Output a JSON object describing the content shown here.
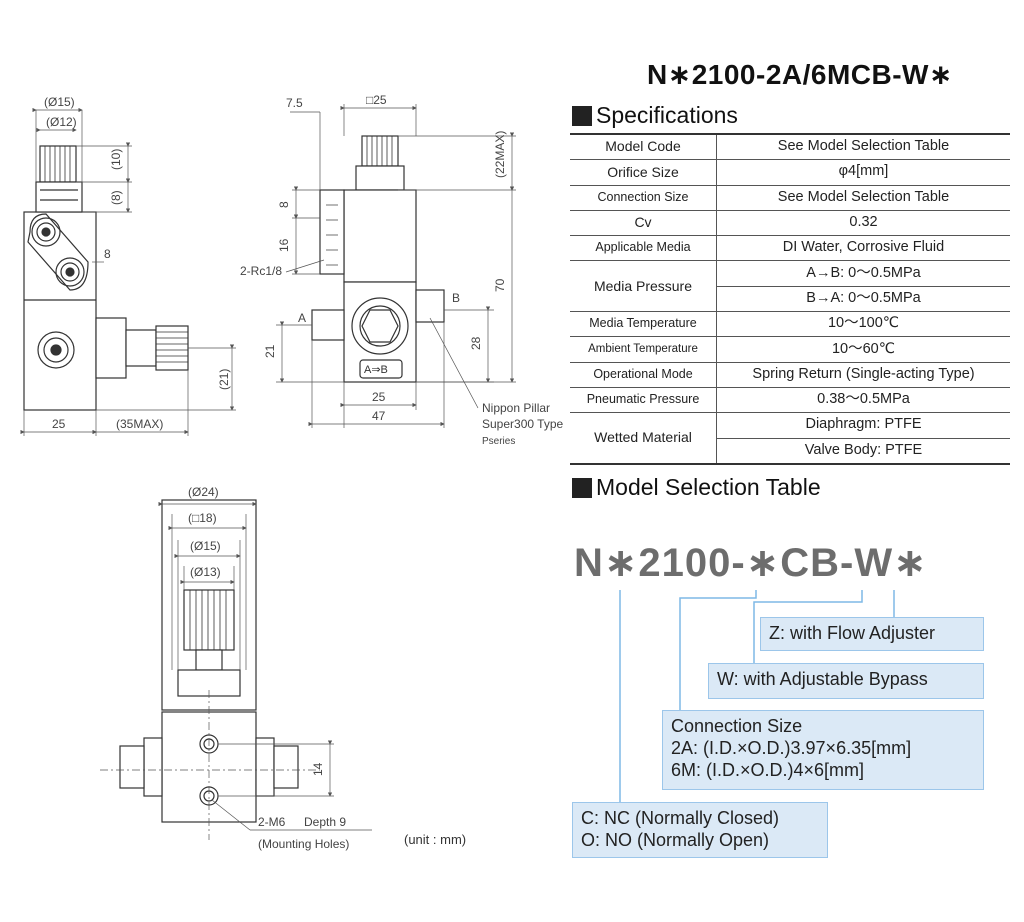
{
  "product_title": "N∗2100-2A/6MCB-W∗",
  "spec_heading": "Specifications",
  "specs": [
    {
      "label": "Model Code",
      "value": "See Model Selection Table"
    },
    {
      "label": "Orifice Size",
      "value": "φ4[mm]"
    },
    {
      "label": "Connection Size",
      "value": "See Model Selection Table"
    },
    {
      "label": "Cv",
      "value": "0.32"
    },
    {
      "label": "Applicable Media",
      "value": "DI Water, Corrosive Fluid"
    },
    {
      "label": "Media Pressure",
      "value": "A→B: 0～0.5MPa",
      "value2": "B→A: 0～0.5MPa"
    },
    {
      "label": "Media Temperature",
      "value": "10～100℃"
    },
    {
      "label": "Ambient Temperature",
      "value": "10～60℃"
    },
    {
      "label": "Operational Mode",
      "value": "Spring Return (Single-acting Type)"
    },
    {
      "label": "Pneumatic Pressure",
      "value": "0.38～0.5MPa"
    },
    {
      "label": "Wetted Material",
      "value": "Diaphragm: PTFE",
      "value2": "Valve Body: PTFE"
    }
  ],
  "model_heading": "Model Selection Table",
  "model_code": "N∗2100-∗CB-W∗",
  "options": {
    "z": "Z: with Flow Adjuster",
    "w": "W: with Adjustable Bypass",
    "conn_title": "Connection Size",
    "conn_2a": "2A: (I.D.×O.D.)3.97×6.35[mm]",
    "conn_6m": "6M: (I.D.×O.D.)4×6[mm]",
    "c": "C: NC (Normally Closed)",
    "o": "O: NO (Normally Open)"
  },
  "drawing": {
    "d15": "(Ø15)",
    "d12": "(Ø12)",
    "d10": "(10)",
    "d8p": "(8)",
    "d8": "8",
    "d25": "25",
    "d35max": "(35MAX)",
    "d21p": "(21)",
    "d7_5": "7.5",
    "sq25": "□25",
    "d22max": "(22MAX)",
    "d16": "16",
    "rc": "2-Rc1/8",
    "d70": "70",
    "port_a": "A",
    "port_b": "B",
    "d21": "21",
    "d28": "28",
    "d47": "47",
    "flow_label": "A⇒B",
    "pillar_line1": "Nippon Pillar",
    "pillar_line2": "Super300 Type",
    "pillar_line3": "Pseries",
    "d24": "(Ø24)",
    "sq18": "(□18)",
    "d13": "(Ø13)",
    "d14": "14",
    "m6": "2-M6",
    "depth": "Depth 9",
    "mounting": "(Mounting Holes)",
    "unit": "(unit : mm)"
  }
}
